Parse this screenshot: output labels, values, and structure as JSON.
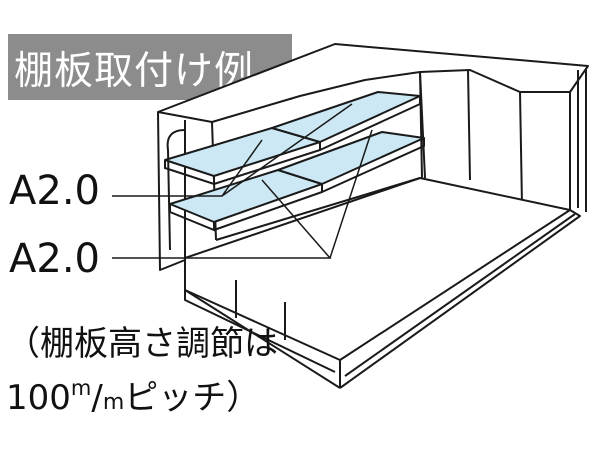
{
  "title": "棚板取付け例",
  "callouts": [
    {
      "label": "A2.0"
    },
    {
      "label": "A2.0"
    }
  ],
  "note": {
    "line1": "（棚板高さ調節は",
    "line2_number": "100",
    "line2_sup": "m",
    "line2_slash": "/",
    "line2_unit": "m",
    "line2_tail": "ピッチ）"
  },
  "colors": {
    "shelf_fill": "#cce8f4",
    "line": "#1a1a1a",
    "title_bg": "#8c8c8c"
  }
}
